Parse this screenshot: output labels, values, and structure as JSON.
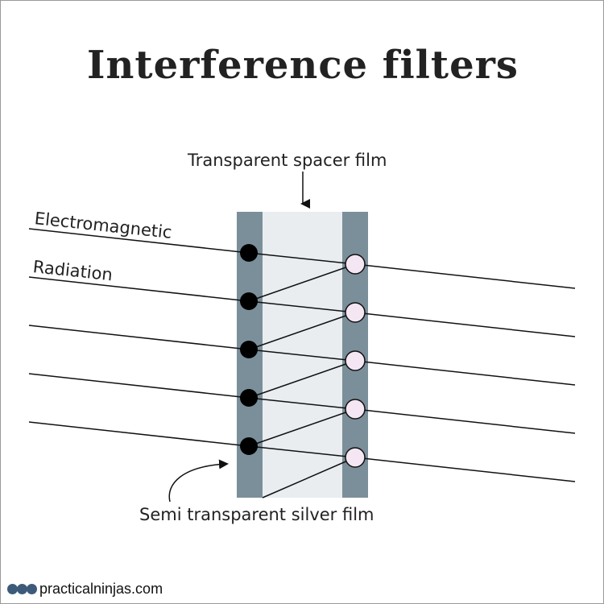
{
  "title": "Interference filters",
  "labels": {
    "spacer": "Transparent spacer film",
    "em1": "Electromagnetic",
    "em2": "Radiation",
    "silver": "Semi transparent silver film"
  },
  "footer": {
    "site": "practicalninjas.com"
  },
  "colors": {
    "film": "#7b8f9a",
    "spacer": "#e9edf0",
    "node_out": "#f5e6f3"
  },
  "rays": 5
}
